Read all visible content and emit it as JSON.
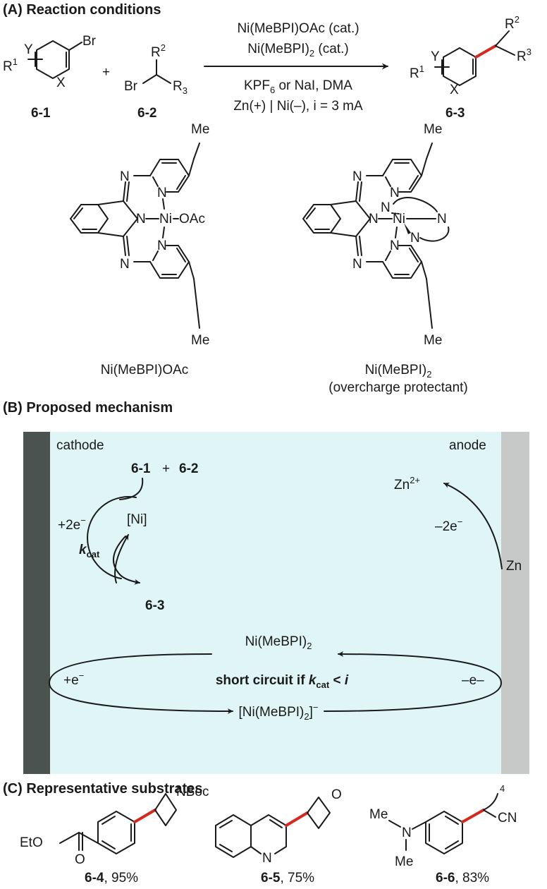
{
  "sectionA": {
    "title": "(A) Reaction conditions",
    "br": "Br",
    "r1": "R",
    "sup1": "1",
    "y": "Y",
    "x": "X",
    "plus": "+",
    "r2": "R",
    "sup2": "2",
    "r3_sub": "R",
    "sub3": "3",
    "r3": "R",
    "sup3": "3",
    "cond1": "Ni(MeBPI)OAc (cat.)",
    "cond2a": "Ni(MeBPI)",
    "cond2sub": "2",
    "cond2b": " (cat.)",
    "cond3a": "KPF",
    "cond3sub": "6",
    "cond3b": " or NaI, DMA",
    "cond4": "Zn(+) | Ni(–), i = 3 mA",
    "label_61": "6-1",
    "label_62": "6-2",
    "label_63": "6-3",
    "me": "Me",
    "n": "N",
    "ni": "Ni",
    "oac": "OAc",
    "cat1_name": "Ni(MeBPI)OAc",
    "cat2_name_a": "Ni(MeBPI)",
    "cat2_name_sub": "2",
    "cat2_role": "(overcharge protectant)"
  },
  "sectionB": {
    "title": "(B) Proposed mechanism",
    "cathode": "cathode",
    "anode": "anode",
    "reagents_a": "6-1",
    "reagents_plus": "+",
    "reagents_b": "6-2",
    "two_e": "+2e",
    "minus": "−",
    "ni_cat": "[Ni]",
    "kcat_k": "k",
    "kcat_sub": "cat",
    "product": "6-3",
    "zn2": "Zn",
    "zn2_sup": "2+",
    "minus2e": "–2e",
    "zn": "Zn",
    "nimebpi2_a": "Ni(MeBPI)",
    "nimebpi2_sub": "2",
    "plus_e": "+e",
    "short_a": "short circuit if ",
    "short_k": "k",
    "short_sub": "cat",
    "short_b": " < ",
    "short_i": "i",
    "minus_e": "–e–",
    "anion_a": "[Ni(MeBPI)",
    "anion_sub": "2",
    "anion_b": "]",
    "anion_sup": "−",
    "colors": {
      "cathode": "#4b5351",
      "anode": "#c7c9c8",
      "cell": "#dff5f6"
    }
  },
  "sectionC": {
    "title": "(C) Representative substrates",
    "nboc": "NBoc",
    "eto": "EtO",
    "o": "O",
    "n": "N",
    "me": "Me",
    "cn": "CN",
    "four": "4",
    "s64": "6-4",
    "y64": ", 95%",
    "s65": "6-5",
    "y65": ", 75%",
    "s66": "6-6",
    "y66": ", 83%"
  }
}
